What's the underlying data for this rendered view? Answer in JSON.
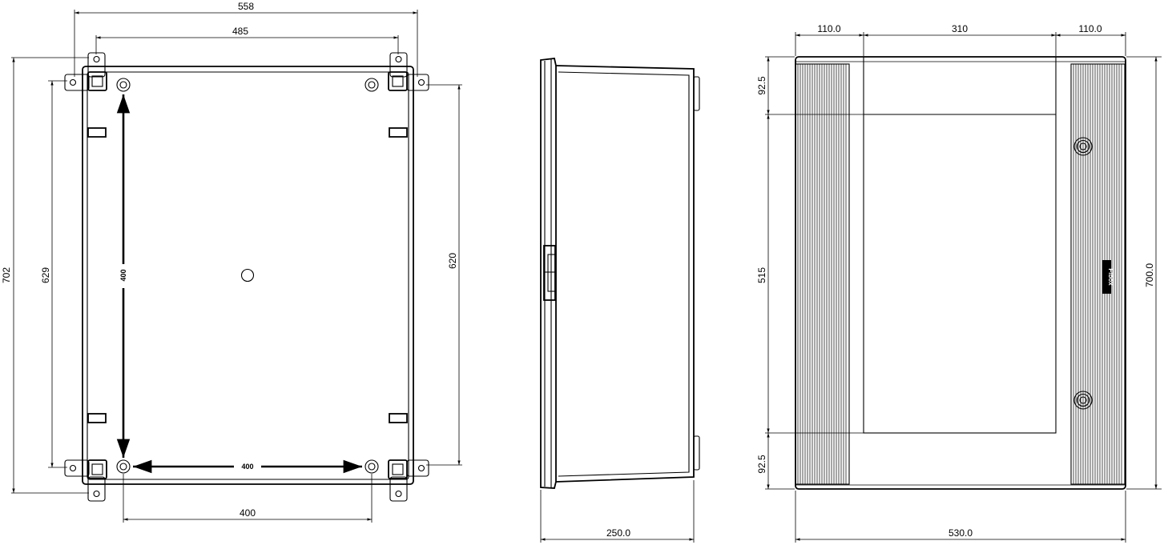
{
  "drawing": {
    "front_view": {
      "dim_overall_width": "558",
      "dim_mount_width": "485",
      "dim_overall_height": "702",
      "dim_mount_height": "629",
      "dim_side_height": "620",
      "dim_inner_vertical": "400",
      "dim_inner_horizontal": "400",
      "dim_bottom_width": "400"
    },
    "side_view": {
      "dim_depth": "250.0"
    },
    "back_view": {
      "dim_top_left": "110.0",
      "dim_top_center": "310",
      "dim_top_right": "110.0",
      "dim_left_top": "92.5",
      "dim_left_middle": "515",
      "dim_left_bottom": "92.5",
      "dim_right_height": "700.0",
      "dim_bottom_width": "530.0",
      "brand_mark": "Fibox"
    }
  }
}
